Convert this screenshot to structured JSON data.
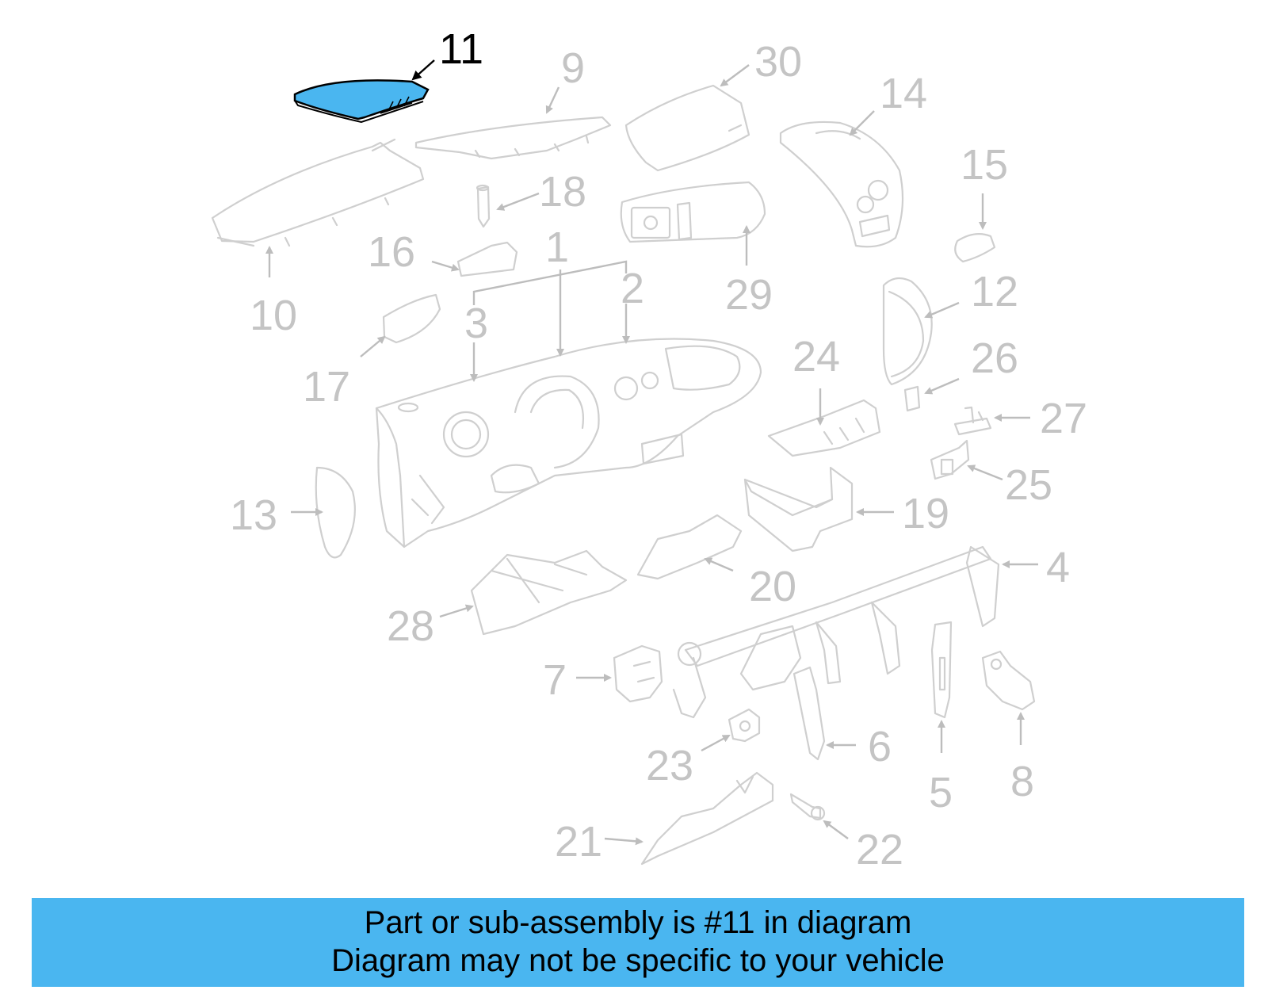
{
  "diagram": {
    "highlight_color": "#4ab6f0",
    "highlighted_part": "11",
    "callouts": [
      "1",
      "2",
      "3",
      "4",
      "5",
      "6",
      "7",
      "8",
      "9",
      "10",
      "11",
      "12",
      "13",
      "14",
      "15",
      "16",
      "17",
      "18",
      "19",
      "20",
      "21",
      "22",
      "23",
      "24",
      "25",
      "26",
      "27",
      "28",
      "29",
      "30"
    ]
  },
  "banner": {
    "line1": "Part or sub-assembly is #11 in diagram",
    "line2": "Diagram may not be specific to your vehicle",
    "background": "#4ab6f0"
  }
}
